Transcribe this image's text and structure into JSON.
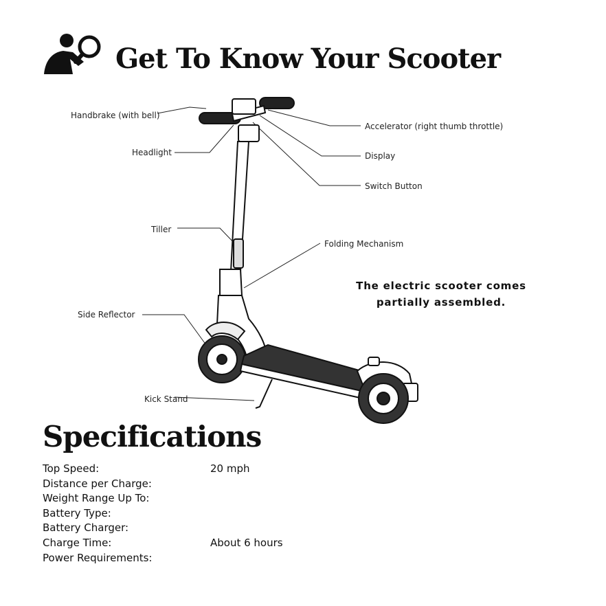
{
  "header": {
    "title": "Get To Know Your Scooter",
    "icon": "person-with-magnifying-glass-icon"
  },
  "callouts": {
    "handbrake": "Handbrake (with bell)",
    "headlight": "Headlight",
    "tiller": "Tiller",
    "side_reflector": "Side Reflector",
    "kick_stand": "Kick Stand",
    "accelerator": "Accelerator (right thumb throttle)",
    "display": "Display",
    "switch_button": "Switch Button",
    "folding_mechanism": "Folding Mechanism"
  },
  "note": {
    "line1": "The electric scooter comes",
    "line2": "partially assembled."
  },
  "specifications": {
    "title": "Specifications",
    "rows": [
      {
        "label": "Top Speed:",
        "value": "20 mph"
      },
      {
        "label": "Distance per Charge:",
        "value": ""
      },
      {
        "label": "Weight Range Up To:",
        "value": ""
      },
      {
        "label": "Battery Type:",
        "value": ""
      },
      {
        "label": "Battery Charger:",
        "value": ""
      },
      {
        "label": "Charge Time:",
        "value": "About 6 hours"
      },
      {
        "label": "Power Requirements:",
        "value": ""
      }
    ]
  }
}
